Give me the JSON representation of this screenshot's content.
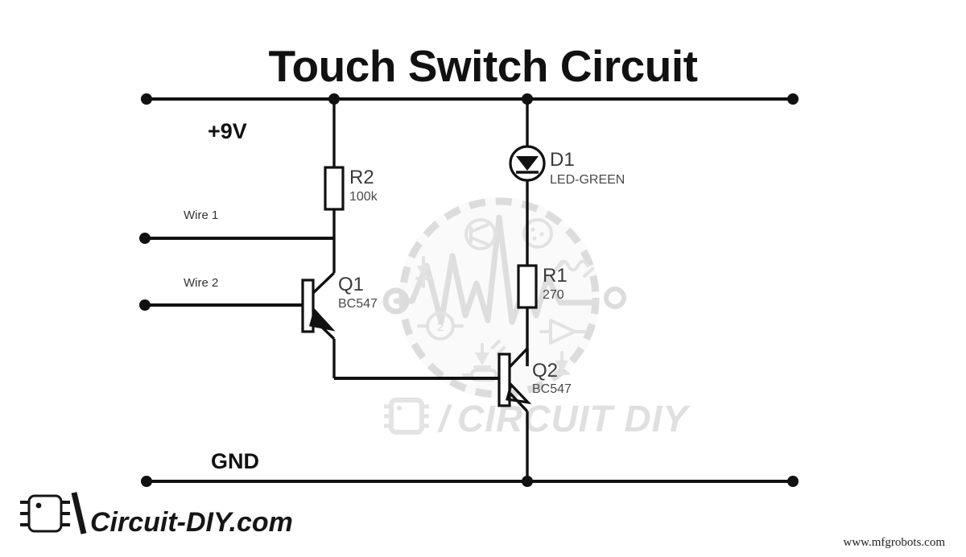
{
  "document": {
    "title": "Touch Switch Circuit",
    "type": "schematic-diagram"
  },
  "rails": {
    "supply_label": "+9V",
    "ground_label": "GND"
  },
  "inputs": [
    {
      "name": "wire-1",
      "label": "Wire 1"
    },
    {
      "name": "wire-2",
      "label": "Wire 2"
    }
  ],
  "components": [
    {
      "name": "resistor-r2",
      "designator": "R2",
      "value": "100k",
      "type": "resistor"
    },
    {
      "name": "resistor-r1",
      "designator": "R1",
      "value": "270",
      "type": "resistor"
    },
    {
      "name": "led-d1",
      "designator": "D1",
      "value": "LED-GREEN",
      "type": "led"
    },
    {
      "name": "transistor-q1",
      "designator": "Q1",
      "value": "BC547",
      "type": "npn-transistor"
    },
    {
      "name": "transistor-q2",
      "designator": "Q2",
      "value": "BC547",
      "type": "npn-transistor"
    }
  ],
  "watermark": {
    "text": "CIRCUIT DIY",
    "separator": "/"
  },
  "logo": {
    "text": "Circuit-DIY.com",
    "separator": "/"
  },
  "footer": {
    "url": "www.mfgrobots.com"
  },
  "colors": {
    "background": "#ffffff",
    "ink": "#111111",
    "label_gray": "#3a3a3a",
    "watermark_gray": "#e0e0e0"
  }
}
